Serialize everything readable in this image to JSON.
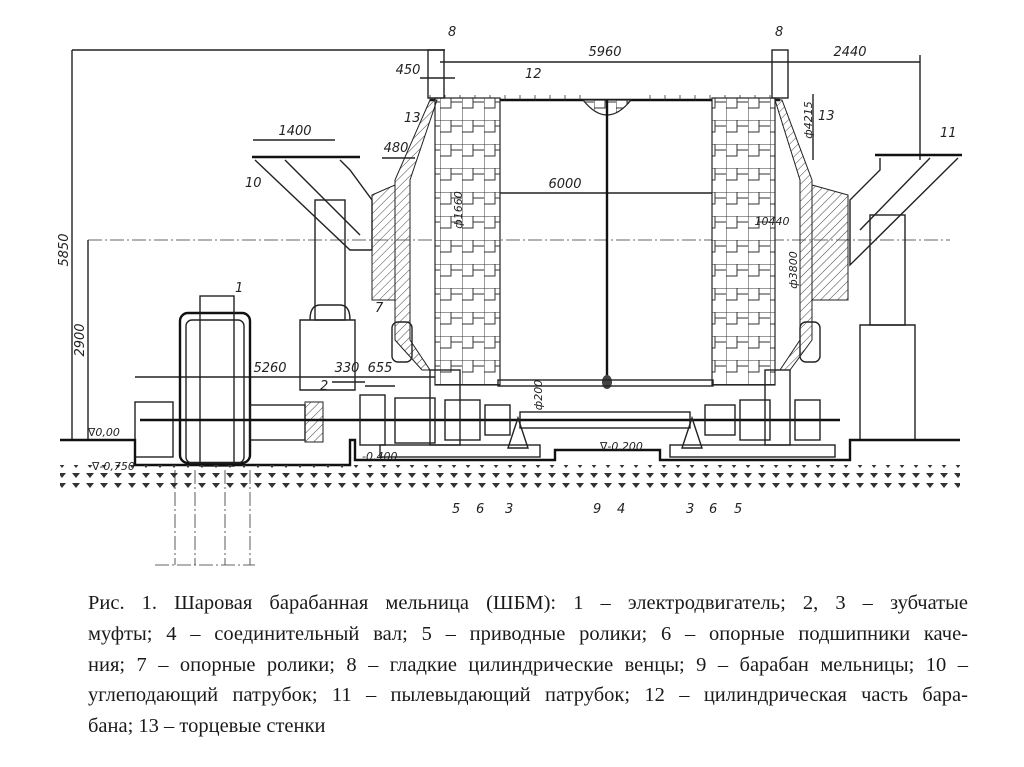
{
  "drawing": {
    "dimensions": {
      "d5960": "5960",
      "d2440": "2440",
      "d450": "450",
      "d1400": "1400",
      "d480": "480",
      "d6000": "6000",
      "d5850": "5850",
      "d2900": "2900",
      "d5260": "5260",
      "d330": "330",
      "d655": "655",
      "phi1660": "ф1660",
      "phi4215": "ф4215",
      "phi3800": "ф3800",
      "d10440": "10440",
      "phi200": "ф200",
      "lvl000": "∇0,00",
      "lvl0750": "∇-0,750",
      "lvl0200": "∇-0,200",
      "lvl0400": "-0,400"
    },
    "callouts": {
      "c1": "1",
      "c2": "2",
      "c3a": "3",
      "c3b": "3",
      "c4": "4",
      "c5a": "5",
      "c5b": "5",
      "c6a": "6",
      "c6b": "6",
      "c7": "7",
      "c8a": "8",
      "c8b": "8",
      "c9": "9",
      "c10": "10",
      "c11": "11",
      "c12": "12",
      "c13a": "13",
      "c13b": "13"
    }
  },
  "caption": {
    "lines": [
      "Рис. 1. Шаровая барабанная мельница (ШБМ): 1 – электродвигатель; 2, 3 – зубчатые",
      "муфты; 4 – соединительный вал; 5 – приводные ролики; 6 – опорные подшипники каче-",
      "ния; 7 – опорные ролики; 8 – гладкие цилиндрические венцы; 9 – барабан мельницы; 10 –",
      "углеподающий патрубок; 11 – пылевыдающий патрубок; 12 – цилиндрическая часть бара-",
      "бана; 13 – торцевые стенки"
    ]
  }
}
